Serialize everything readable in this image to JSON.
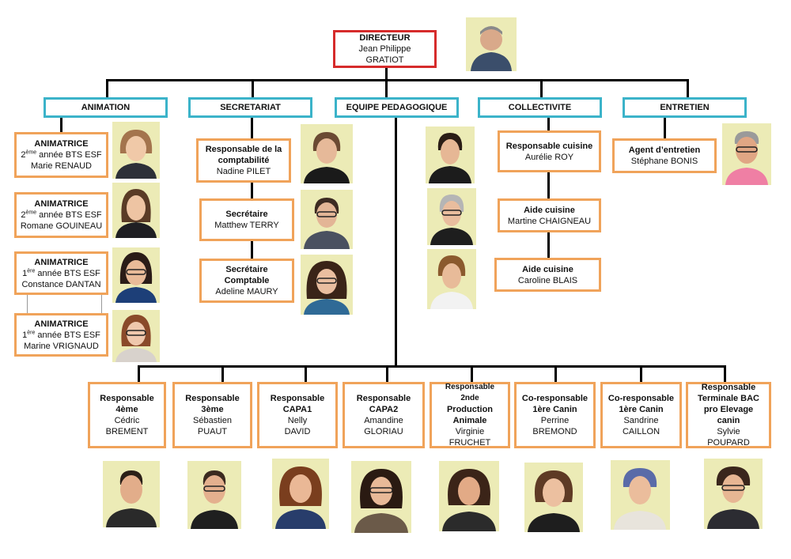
{
  "colors": {
    "orange": "#f0a35a",
    "teal": "#3bb3c9",
    "red": "#d62b2b",
    "photo_bg": "#ecebb6"
  },
  "director": {
    "title": "DIRECTEUR",
    "name": "Jean Philippe GRATIOT"
  },
  "departments": {
    "animation": "ANIMATION",
    "secretariat": "SECRETARIAT",
    "pedagogique": "EQUIPE PEDAGOGIQUE",
    "collectivite": "COLLECTIVITE",
    "entretien": "ENTRETIEN"
  },
  "animation": [
    {
      "title": "ANIMATRICE",
      "year_num": "2",
      "year_sup": "ème",
      "year_rest": " année BTS ESF",
      "name": "Marie RENAUD"
    },
    {
      "title": "ANIMATRICE",
      "year_num": "2",
      "year_sup": "ème",
      "year_rest": " année BTS ESF",
      "name": "Romane GOUINEAU"
    },
    {
      "title": "ANIMATRICE",
      "year_num": "1",
      "year_sup": "ère",
      "year_rest": " année BTS ESF",
      "name": "Constance DANTAN"
    },
    {
      "title": "ANIMATRICE",
      "year_num": "1",
      "year_sup": "ère",
      "year_rest": " année BTS ESF",
      "name": "Marine VRIGNAUD"
    }
  ],
  "secretariat": [
    {
      "title": "Responsable de la comptabilité",
      "name": "Nadine PILET"
    },
    {
      "title": "Secrétaire",
      "name": "Matthew TERRY"
    },
    {
      "title": "Secrétaire Comptable",
      "name": "Adeline MAURY"
    }
  ],
  "collectivite": [
    {
      "title": "Responsable cuisine",
      "name": "Aurélie ROY"
    },
    {
      "title": "Aide cuisine",
      "name": "Martine CHAIGNEAU"
    },
    {
      "title": "Aide cuisine",
      "name": "Caroline BLAIS"
    }
  ],
  "entretien": {
    "title": "Agent d’entretien",
    "name": "Stéphane BONIS"
  },
  "pedagogique": [
    {
      "l1": "Responsable",
      "l2": "4ème",
      "n1": "Cédric",
      "n2": "BREMENT"
    },
    {
      "l1": "Responsable",
      "l2": "3ème",
      "n1": "Sébastien",
      "n2": "PUAUT"
    },
    {
      "l1": "Responsable",
      "l2": "CAPA1",
      "n1": "Nelly",
      "n2": "DAVID"
    },
    {
      "l1": "Responsable",
      "l2": "CAPA2",
      "n1": "Amandine",
      "n2": "GLORIAU"
    },
    {
      "l1": "Responsable 2nde",
      "l2": "Production",
      "l3": "Animale",
      "n1": "Virginie",
      "n2": "FRUCHET"
    },
    {
      "l1": "Co-responsable",
      "l2": "1ère Canin",
      "n1": "Perrine",
      "n2": "BREMOND"
    },
    {
      "l1": "Co-responsable",
      "l2": "1ère Canin",
      "n1": "Sandrine",
      "n2": "CAILLON"
    },
    {
      "l1": "Responsable",
      "l2": "Terminale BAC",
      "l3": "pro Elevage canin",
      "n1": "Sylvie",
      "n2": "POUPARD"
    }
  ]
}
